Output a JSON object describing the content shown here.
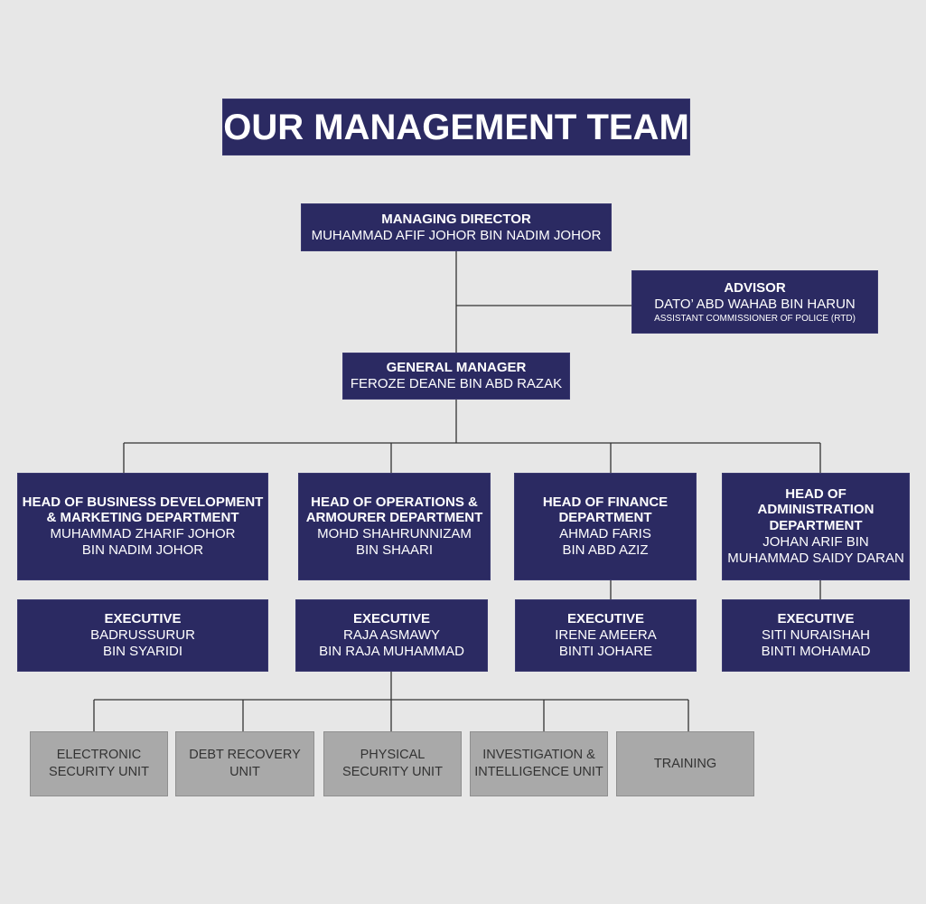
{
  "title": "OUR MANAGEMENT TEAM",
  "managing_director": {
    "role": "MANAGING DIRECTOR",
    "name": "MUHAMMAD AFIF JOHOR BIN NADIM JOHOR"
  },
  "advisor": {
    "role": "ADVISOR",
    "name": "DATO’ ABD WAHAB BIN HARUN",
    "note": "ASSISTANT COMMISSIONER OF POLICE (RTD)"
  },
  "general_manager": {
    "role": "GENERAL MANAGER",
    "name": "FEROZE DEANE BIN ABD RAZAK"
  },
  "departments": [
    {
      "role": "HEAD OF BUSINESS DEVELOPMENT\n& MARKETING DEPARTMENT",
      "name": "MUHAMMAD ZHARIF JOHOR\nBIN NADIM JOHOR",
      "exec_role": "EXECUTIVE",
      "exec_name": "BADRUSSURUR\nBIN SYARIDI"
    },
    {
      "role": "HEAD OF OPERATIONS &\nARMOURER DEPARTMENT",
      "name": "MOHD SHAHRUNNIZAM\nBIN SHAARI",
      "exec_role": "EXECUTIVE",
      "exec_name": "RAJA ASMAWY\nBIN RAJA MUHAMMAD"
    },
    {
      "role": "HEAD OF FINANCE\nDEPARTMENT",
      "name": "AHMAD FARIS\nBIN ABD AZIZ",
      "exec_role": "EXECUTIVE",
      "exec_name": "IRENE AMEERA\nBINTI JOHARE"
    },
    {
      "role": "HEAD OF\nADMINISTRATION\nDEPARTMENT",
      "name": "JOHAN ARIF  BIN\nMUHAMMAD SAIDY DARAN",
      "exec_role": "EXECUTIVE",
      "exec_name": "SITI NURAISHAH\nBINTI MOHAMAD"
    }
  ],
  "units": [
    "ELECTRONIC\nSECURITY UNIT",
    "DEBT RECOVERY\nUNIT",
    "PHYSICAL\nSECURITY UNIT",
    "INVESTIGATION &\nINTELLIGENCE UNIT",
    "TRAINING"
  ],
  "colors": {
    "background": "#e7e7e7",
    "box": "#2b2a62",
    "unit": "#a9a9a9",
    "connector": "#333333"
  }
}
